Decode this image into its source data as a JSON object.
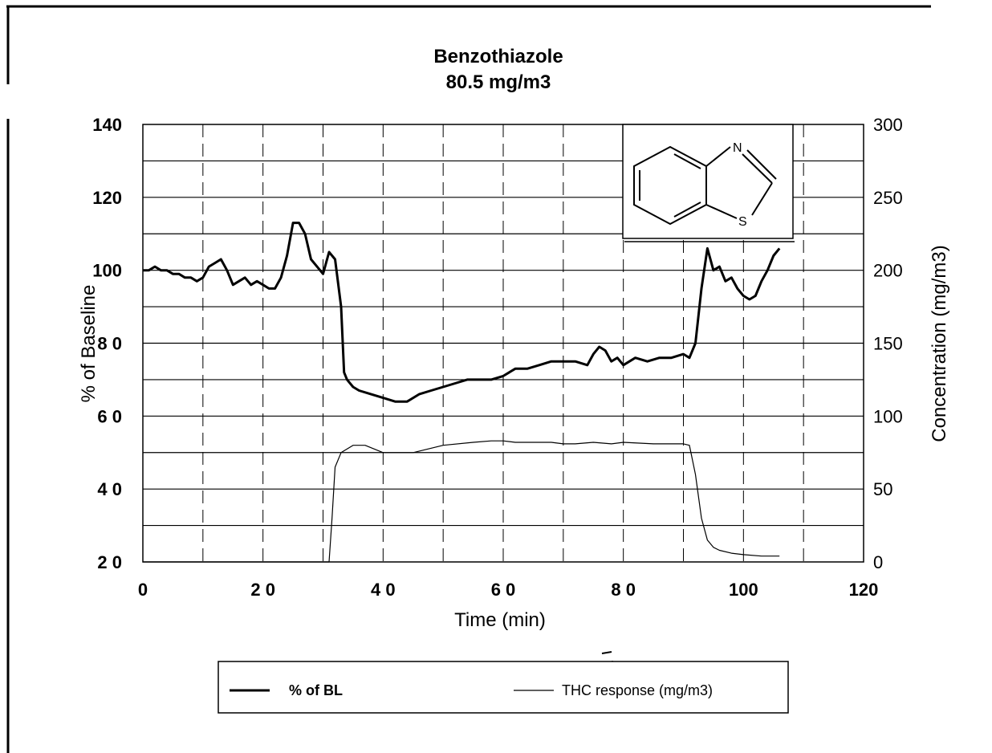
{
  "chart_data": {
    "type": "line",
    "title": "Benzothiazole",
    "subtitle": "80.5 mg/m3",
    "xlabel": "Time (min)",
    "ylabel": "% of Baseline",
    "y2label": "Concentration (mg/m3)",
    "xlim": [
      0,
      120
    ],
    "ylim": [
      20,
      140
    ],
    "y2lim": [
      0,
      300
    ],
    "x_ticks": [
      "0",
      "2 0",
      "4 0",
      "6 0",
      "8 0",
      "100",
      "120"
    ],
    "y_ticks": [
      "2 0",
      "4 0",
      "6 0",
      "8 0",
      "100",
      "120",
      "140"
    ],
    "y2_ticks": [
      "0",
      "50",
      "100",
      "150",
      "200",
      "250",
      "300"
    ],
    "grid": true,
    "legend_position": "bottom",
    "structure_labels": {
      "n": "N",
      "s": "S"
    },
    "series": [
      {
        "name": "% of BL",
        "axis": "left",
        "x": [
          0,
          1,
          2,
          3,
          4,
          5,
          6,
          7,
          8,
          9,
          10,
          11,
          12,
          13,
          14,
          15,
          16,
          17,
          18,
          19,
          20,
          21,
          22,
          23,
          24,
          25,
          26,
          27,
          28,
          29,
          30,
          31,
          32,
          33,
          33.5,
          34,
          35,
          36,
          38,
          40,
          42,
          44,
          46,
          48,
          50,
          52,
          54,
          56,
          58,
          60,
          62,
          64,
          66,
          68,
          70,
          72,
          74,
          75,
          76,
          77,
          78,
          79,
          80,
          82,
          84,
          86,
          88,
          90,
          91,
          92,
          93,
          94,
          95,
          96,
          97,
          98,
          99,
          100,
          101,
          102,
          103,
          104,
          105,
          106
        ],
        "values": [
          100,
          100,
          101,
          100,
          100,
          99,
          99,
          98,
          98,
          97,
          98,
          101,
          102,
          103,
          100,
          96,
          97,
          98,
          96,
          97,
          96,
          95,
          95,
          98,
          104,
          113,
          113,
          110,
          103,
          101,
          99,
          105,
          103,
          90,
          72,
          70,
          68,
          67,
          66,
          65,
          64,
          64,
          66,
          67,
          68,
          69,
          70,
          70,
          70,
          71,
          73,
          73,
          74,
          75,
          75,
          75,
          74,
          77,
          79,
          78,
          75,
          76,
          74,
          76,
          75,
          76,
          76,
          77,
          76,
          80,
          95,
          106,
          100,
          101,
          97,
          98,
          95,
          93,
          92,
          93,
          97,
          100,
          104,
          106
        ]
      },
      {
        "name": "THC response (mg/m3)",
        "axis": "right",
        "x": [
          0,
          31,
          31.5,
          32,
          33,
          35,
          37,
          40,
          45,
          50,
          55,
          58,
          60,
          62,
          65,
          68,
          70,
          72,
          75,
          78,
          80,
          85,
          90,
          91,
          92,
          93,
          94,
          95,
          96,
          98,
          100,
          103,
          106
        ],
        "values": [
          0,
          0,
          30,
          65,
          75,
          80,
          80,
          75,
          75,
          80,
          82,
          83,
          83,
          82,
          82,
          82,
          81,
          81,
          82,
          81,
          82,
          81,
          81,
          80,
          60,
          30,
          15,
          10,
          8,
          6,
          5,
          4,
          4
        ]
      }
    ]
  }
}
